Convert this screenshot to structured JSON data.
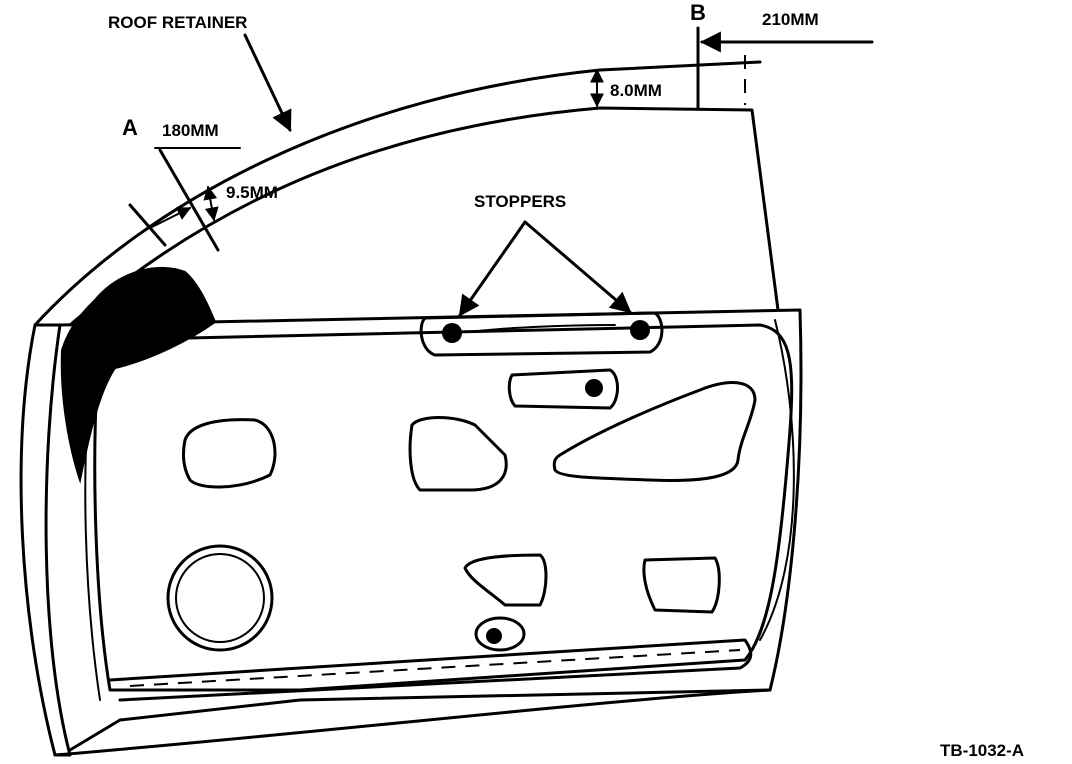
{
  "labels": {
    "roof_retainer": "ROOF RETAINER",
    "point_a": "A",
    "point_b": "B",
    "dim_180": "180MM",
    "dim_210": "210MM",
    "dim_9_5": "9.5MM",
    "dim_8_0": "8.0MM",
    "stoppers": "STOPPERS",
    "figure_id": "TB-1032-A"
  }
}
